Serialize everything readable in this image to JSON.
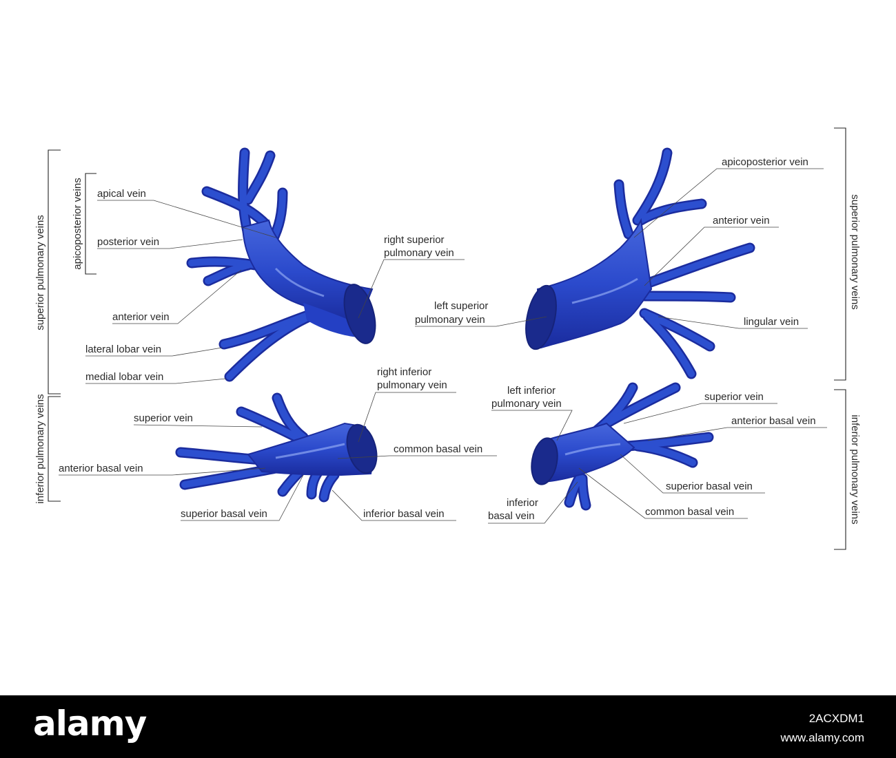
{
  "colors": {
    "vein": "#2c4fcf",
    "vein_dark": "#17279a",
    "vein_highlight": "#8fa6f2",
    "footer": "#000000"
  },
  "brackets": {
    "left_superior": "superior pulmonary veins",
    "left_apicoposterior": "apicoposterior veins",
    "left_inferior": "inferior pulmonary veins",
    "right_superior": "superior pulmonary veins",
    "right_inferior": "inferior pulmonary veins"
  },
  "right_superior": {
    "apical": "apical vein",
    "posterior": "posterior vein",
    "anterior": "anterior vein",
    "lateral_lobar": "lateral lobar vein",
    "medial_lobar": "medial lobar vein",
    "trunk_line1": "right superior",
    "trunk_line2": "pulmonary vein"
  },
  "left_superior": {
    "apicoposterior": "apicoposterior vein",
    "anterior": "anterior vein",
    "lingular": "lingular vein",
    "trunk_line1": "left superior",
    "trunk_line2": "pulmonary vein"
  },
  "right_inferior": {
    "trunk_line1": "right inferior",
    "trunk_line2": "pulmonary vein",
    "superior": "superior vein",
    "common_basal": "common basal vein",
    "anterior_basal": "anterior basal vein",
    "superior_basal": "superior basal vein",
    "inferior_basal": "inferior basal vein"
  },
  "left_inferior": {
    "trunk_line1": "left inferior",
    "trunk_line2": "pulmonary vein",
    "superior": "superior vein",
    "anterior_basal": "anterior basal vein",
    "superior_basal": "superior basal vein",
    "inferior_basal_line1": "inferior",
    "inferior_basal_line2": "basal vein",
    "common_basal": "common basal vein"
  },
  "footer": {
    "logo": "alamy",
    "image_id": "2ACXDM1",
    "url": "www.alamy.com"
  }
}
